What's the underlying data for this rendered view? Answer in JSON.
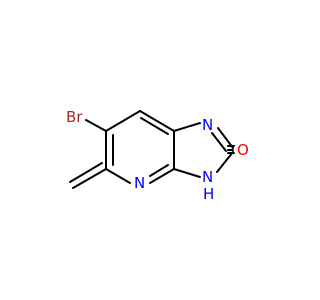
{
  "molecule": {
    "atoms": {
      "br": {
        "label": "Br",
        "color": "#a52a2a"
      },
      "n_ring_top": {
        "label": "N",
        "color": "#0000ff"
      },
      "n_pyridine": {
        "label": "N",
        "color": "#0000ff"
      },
      "nh": {
        "label": "N",
        "color": "#0000ff"
      },
      "h": {
        "label": "H",
        "color": "#0000ff"
      },
      "o": {
        "label": "O",
        "color": "#ff0000"
      }
    },
    "bond_color": "#000000"
  }
}
